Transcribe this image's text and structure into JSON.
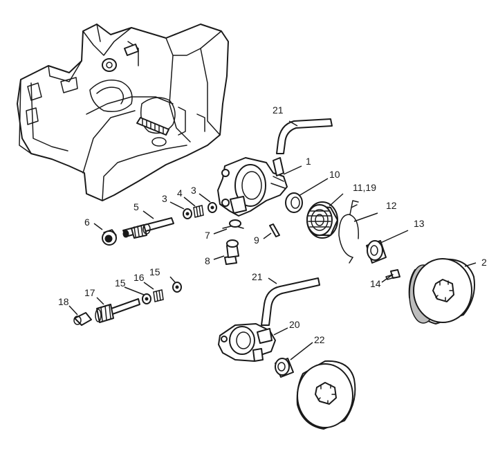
{
  "diagram": {
    "labels": [
      {
        "id": "p1",
        "text": "1"
      },
      {
        "id": "p2",
        "text": "2"
      },
      {
        "id": "p3a",
        "text": "3"
      },
      {
        "id": "p3b",
        "text": "3"
      },
      {
        "id": "p4",
        "text": "4"
      },
      {
        "id": "p5",
        "text": "5"
      },
      {
        "id": "p6",
        "text": "6"
      },
      {
        "id": "p7",
        "text": "7"
      },
      {
        "id": "p8",
        "text": "8"
      },
      {
        "id": "p9",
        "text": "9"
      },
      {
        "id": "p10",
        "text": "10"
      },
      {
        "id": "p11",
        "text": "11,19"
      },
      {
        "id": "p12",
        "text": "12"
      },
      {
        "id": "p13",
        "text": "13"
      },
      {
        "id": "p14",
        "text": "14"
      },
      {
        "id": "p15a",
        "text": "15"
      },
      {
        "id": "p15b",
        "text": "15"
      },
      {
        "id": "p16",
        "text": "16"
      },
      {
        "id": "p17",
        "text": "17"
      },
      {
        "id": "p18",
        "text": "18"
      },
      {
        "id": "p20",
        "text": "20"
      },
      {
        "id": "p21a",
        "text": "21"
      },
      {
        "id": "p21b",
        "text": "21"
      },
      {
        "id": "p22",
        "text": "22"
      }
    ],
    "colors": {
      "line": "#1a1a1a",
      "shade": "#bdbdbd",
      "background": "#ffffff"
    }
  }
}
